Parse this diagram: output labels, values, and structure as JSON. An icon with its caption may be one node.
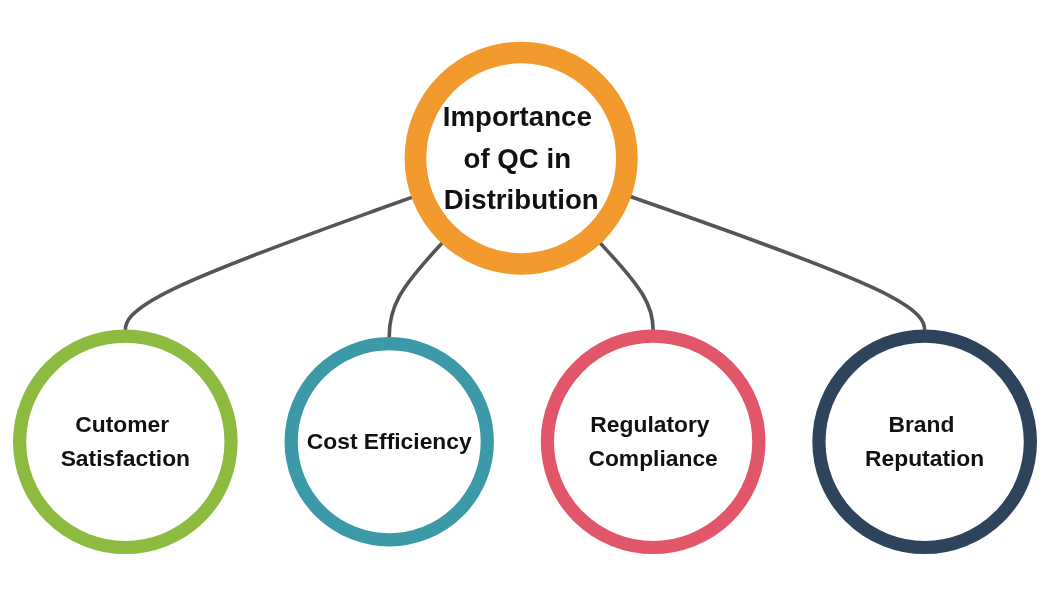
{
  "diagram": {
    "nodes": [
      {
        "text": [
          "Importance of QC in Distribution"
        ]
      },
      {
        "text": [
          "Cutomer Satisfaction"
        ]
      },
      {
        "text": [
          "Cost Efficiency"
        ]
      },
      {
        "text": [
          "Regulatory Compliance"
        ]
      },
      {
        "text": [
          "Brand Reputation"
        ]
      }
    ],
    "edges": [
      {
        "from": 0,
        "to": 1,
        "arrow": "none"
      },
      {
        "from": 0,
        "to": 2,
        "arrow": "none"
      },
      {
        "from": 0,
        "to": 3,
        "arrow": "none"
      },
      {
        "from": 0,
        "to": 4,
        "arrow": "none"
      }
    ]
  }
}
